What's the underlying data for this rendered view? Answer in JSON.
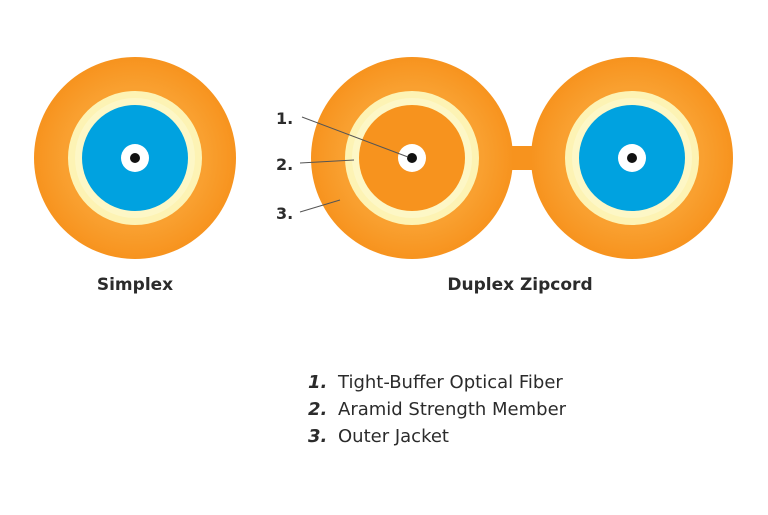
{
  "colors": {
    "jacket": "#f7931e",
    "aramid": "#fdf3b4",
    "fiber_core": "#00a2e0",
    "buffer": "#ffffff",
    "core_dot": "#111111",
    "text": "#2b2b2b"
  },
  "cables": [
    {
      "label": "Simplex"
    },
    {
      "label": "Duplex Zipcord"
    }
  ],
  "callouts": [
    "1.",
    "2.",
    "3."
  ],
  "legend": [
    {
      "number": "1.",
      "text": "Tight-Buffer Optical Fiber"
    },
    {
      "number": "2.",
      "text": "Aramid Strength Member"
    },
    {
      "number": "3.",
      "text": "Outer Jacket"
    }
  ]
}
